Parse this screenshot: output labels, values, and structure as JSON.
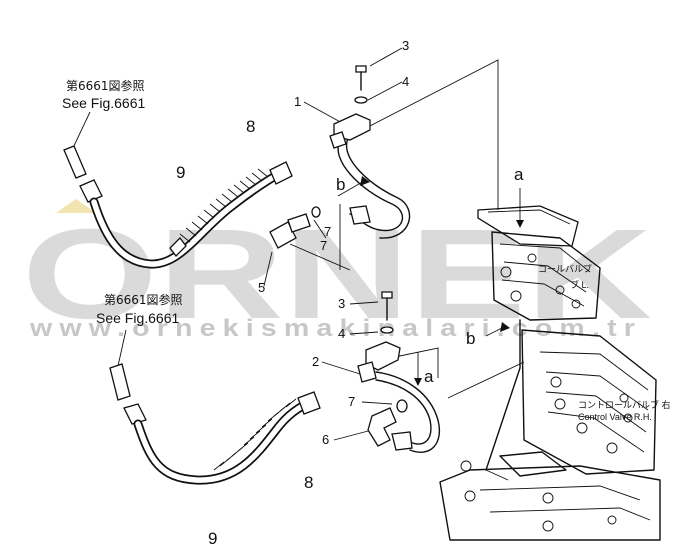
{
  "watermark": {
    "logo_text": "ORNEK",
    "url_text": "www.ornekismakinalari.com.tr",
    "color": "#bdbdbd"
  },
  "references": {
    "top": {
      "jp": "第6661図参照",
      "en": "See Fig.6661"
    },
    "bottom": {
      "jp": "第6661図参照",
      "en": "See Fig.6661"
    }
  },
  "callouts": {
    "c1": "1",
    "c2": "2",
    "c3a": "3",
    "c3b": "3",
    "c4a": "4",
    "c4b": "4",
    "c5": "5",
    "c6": "6",
    "c7a": "7",
    "c7b": "7",
    "c7c": "7",
    "c8a": "8",
    "c8b": "8",
    "c9a": "9",
    "c9b": "9",
    "ca1": "a",
    "ca2": "a",
    "cb1": "b",
    "cb2": "b"
  },
  "valve_labels": {
    "upper_jp": "コールバルブ",
    "upper_jp2": "ブ L.",
    "lower_jp": "コントロールバルブ 右",
    "lower_en": "Control Valve R.H."
  }
}
